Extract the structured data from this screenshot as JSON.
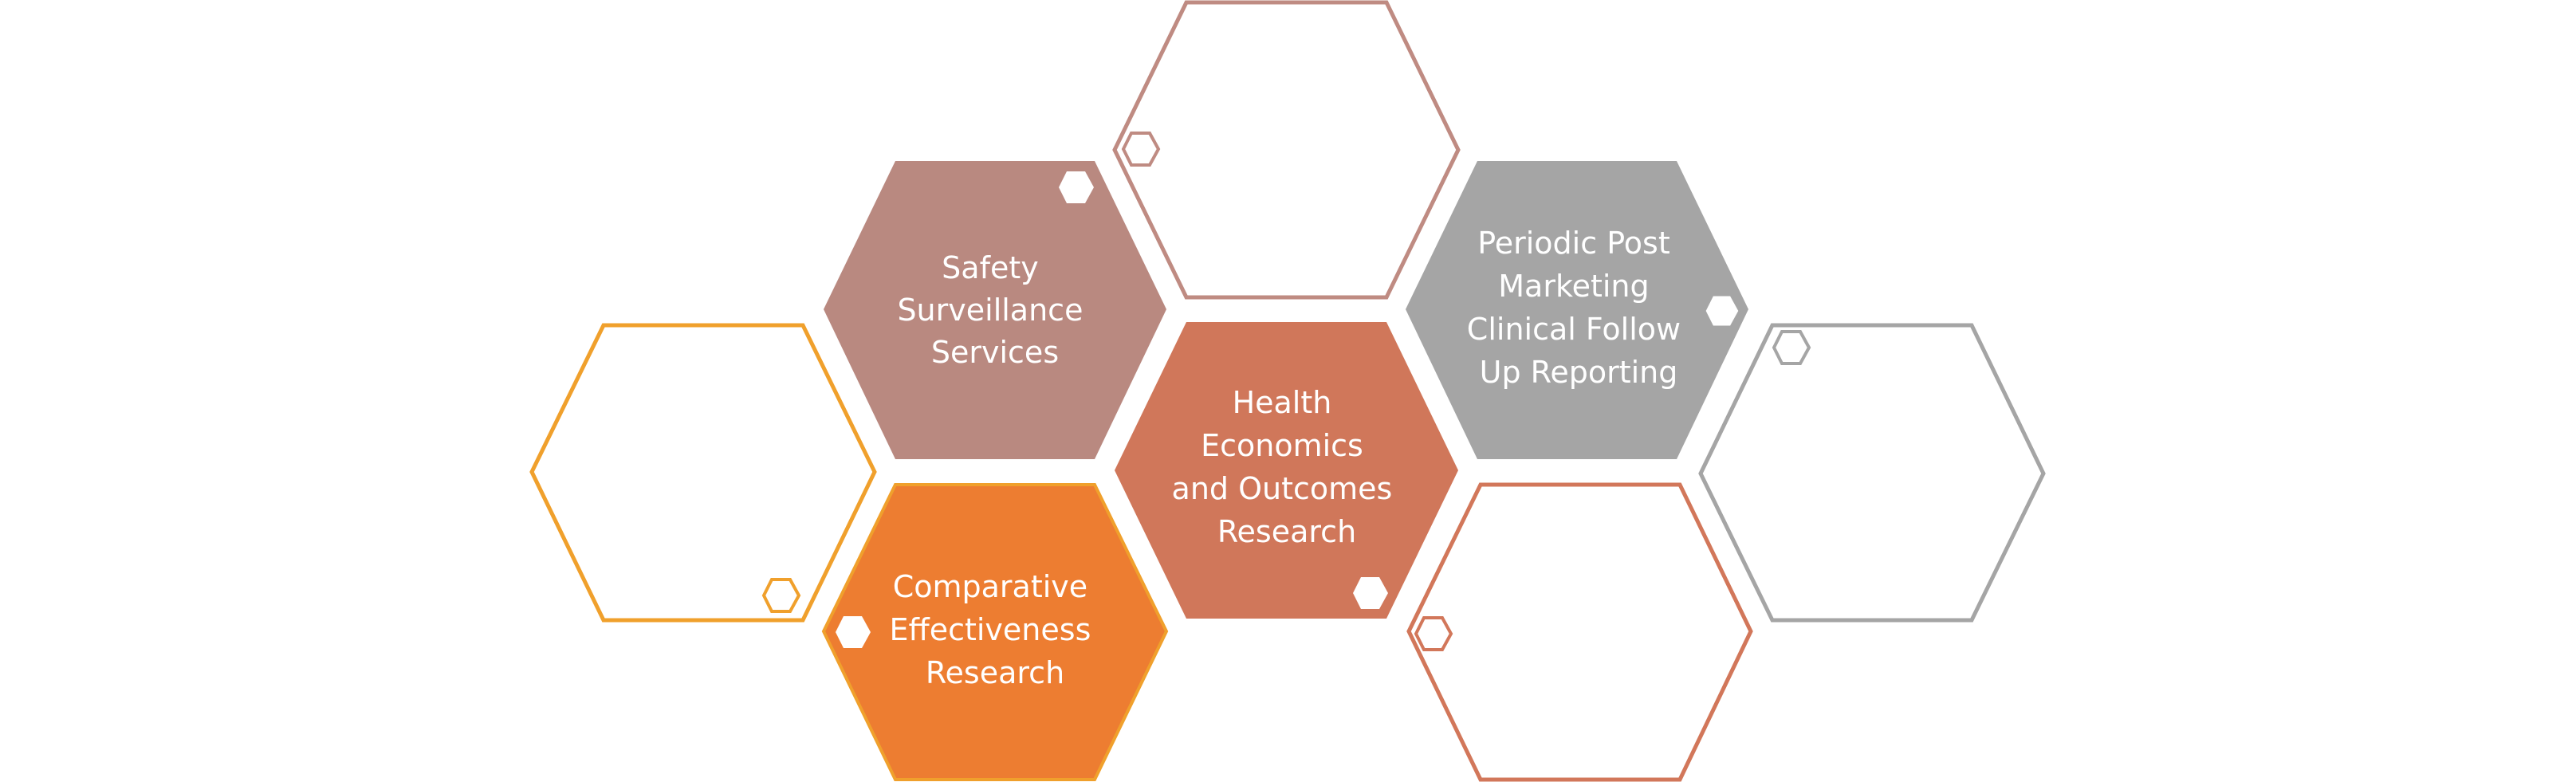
{
  "colors": {
    "background": "#ffffff",
    "text": "#ffffff",
    "safety": "#b98980",
    "health": "#d0775a",
    "comparative": "#ed7d31",
    "periodic": "#a5a5a5",
    "outline_orange": "#f0a02c",
    "outline_rose": "#bf8b82",
    "outline_rust": "#d2775a",
    "outline_gray": "#a5a5a5"
  },
  "hexagons": [
    {
      "id": "safety",
      "lines": [
        "Safety",
        "Surveillance",
        "Services"
      ]
    },
    {
      "id": "health",
      "lines": [
        "Health",
        "Economics",
        "and Outcomes",
        "Research"
      ]
    },
    {
      "id": "comparative",
      "lines": [
        "Comparative",
        "Effectiveness",
        "Research"
      ]
    },
    {
      "id": "periodic",
      "lines": [
        "Periodic Post",
        "Marketing",
        "Clinical Follow",
        "Up Reporting"
      ]
    }
  ]
}
